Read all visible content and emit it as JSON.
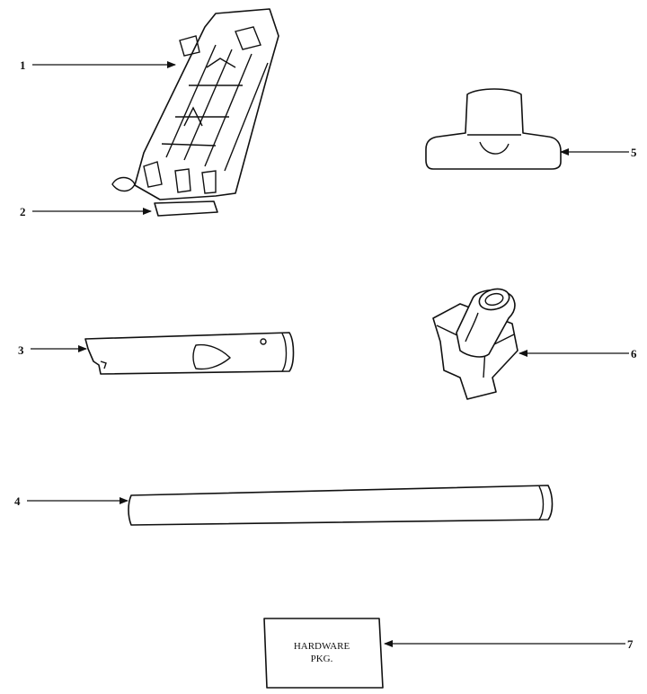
{
  "callouts": [
    "1",
    "2",
    "3",
    "4",
    "5",
    "6",
    "7"
  ],
  "parts": [
    {
      "callout": "1",
      "icon": "nozzle-base-housing"
    },
    {
      "callout": "2",
      "icon": "nozzle-base-clip"
    },
    {
      "callout": "3",
      "icon": "crevice-tool"
    },
    {
      "callout": "4",
      "icon": "extension-wand"
    },
    {
      "callout": "5",
      "icon": "upholstery-tool"
    },
    {
      "callout": "6",
      "icon": "dusting-brush"
    },
    {
      "callout": "7",
      "icon": "hardware-package"
    }
  ],
  "hardware": {
    "line1": "HARDWARE",
    "line2": "PKG."
  }
}
